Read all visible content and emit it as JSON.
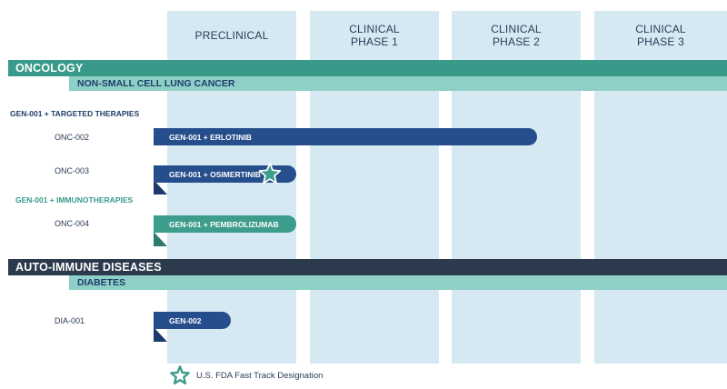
{
  "phases": [
    {
      "label": "PRECLINICAL"
    },
    {
      "label": "CLINICAL\nPHASE 1"
    },
    {
      "label": "CLINICAL\nPHASE 2"
    },
    {
      "label": "CLINICAL\nPHASE 3"
    }
  ],
  "areas": {
    "oncology": {
      "label": "ONCOLOGY",
      "indication": "NON-SMALL CELL LUNG CANCER",
      "group_targeted": "GEN-001 + TARGETED THERAPIES",
      "group_immuno": "GEN-001 + IMMUNOTHERAPIES",
      "programs": [
        {
          "id": "ONC-002",
          "bar": "GEN-001 + ERLOTINIB",
          "progress_phases": 2.6
        },
        {
          "id": "ONC-003",
          "bar": "GEN-001 + OSIMERTINIB",
          "progress_phases": 0.91
        },
        {
          "id": "ONC-004",
          "bar": "GEN-001 + PEMBROLIZUMAB",
          "progress_phases": 0.91
        }
      ]
    },
    "autoimmune": {
      "label": "AUTO-IMMUNE DISEASES",
      "indication": "DIABETES",
      "programs": [
        {
          "id": "DIA-001",
          "bar": "GEN-002",
          "progress_phases": 0.45
        }
      ]
    }
  },
  "legend": {
    "label": "U.S. FDA Fast Track Designation",
    "icon": "star-icon"
  },
  "colors": {
    "phase_column": "#d6e9f3",
    "oncology_band": "#3a9a8a",
    "autoimmune_band": "#2b3a4c",
    "indication_band": "#8fd0c6",
    "bar_targeted": "#264d8c",
    "bar_immuno": "#3d9c8c",
    "bar_tail_targeted": "#1c3a6e",
    "bar_tail_immuno": "#2c7a6d",
    "group_targeted_text": "#1f3d6b",
    "group_immuno_text": "#3a9a8a",
    "star": "#3d9c8c"
  }
}
